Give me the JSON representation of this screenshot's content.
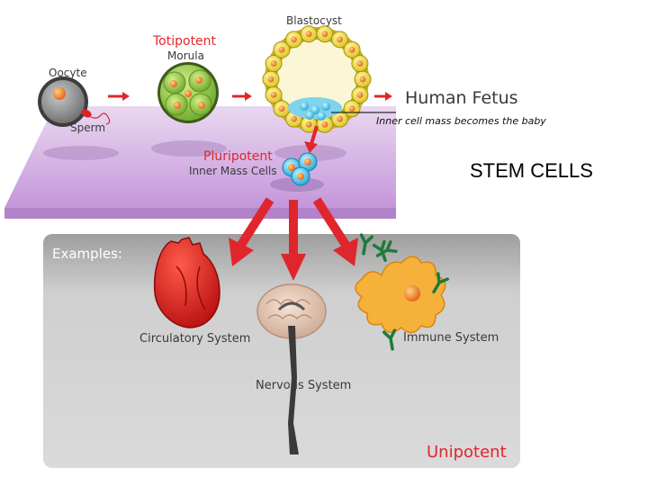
{
  "labels": {
    "oocyte": "Oocyte",
    "sperm": "Sperm",
    "totipotent": "Totipotent",
    "morula": "Morula",
    "blastocyst": "Blastocyst",
    "human_fetus": "Human Fetus",
    "inner_cell_note": "Inner cell mass becomes the baby",
    "pluripotent": "Pluripotent",
    "inner_mass_cells": "Inner Mass Cells",
    "stem_cells": "STEM CELLS",
    "examples": "Examples:",
    "circulatory": "Circulatory System",
    "nervous": "Nervous System",
    "immune": "Immune System",
    "unipotent": "Unipotent"
  },
  "colors": {
    "accent_red": "#e0262d",
    "platform": "#c8a0dc",
    "panel": "#c4c4c4",
    "blastocyst_yellow": "#f2e34a",
    "morula_green": "#8cc63e",
    "immune_orange": "#f5a623"
  },
  "icons": [
    "oocyte-icon",
    "sperm-icon",
    "morula-icon",
    "blastocyst-icon",
    "stem-cell-cluster-icon",
    "heart-icon",
    "brain-icon",
    "immune-cell-icon",
    "antibody-icon"
  ]
}
